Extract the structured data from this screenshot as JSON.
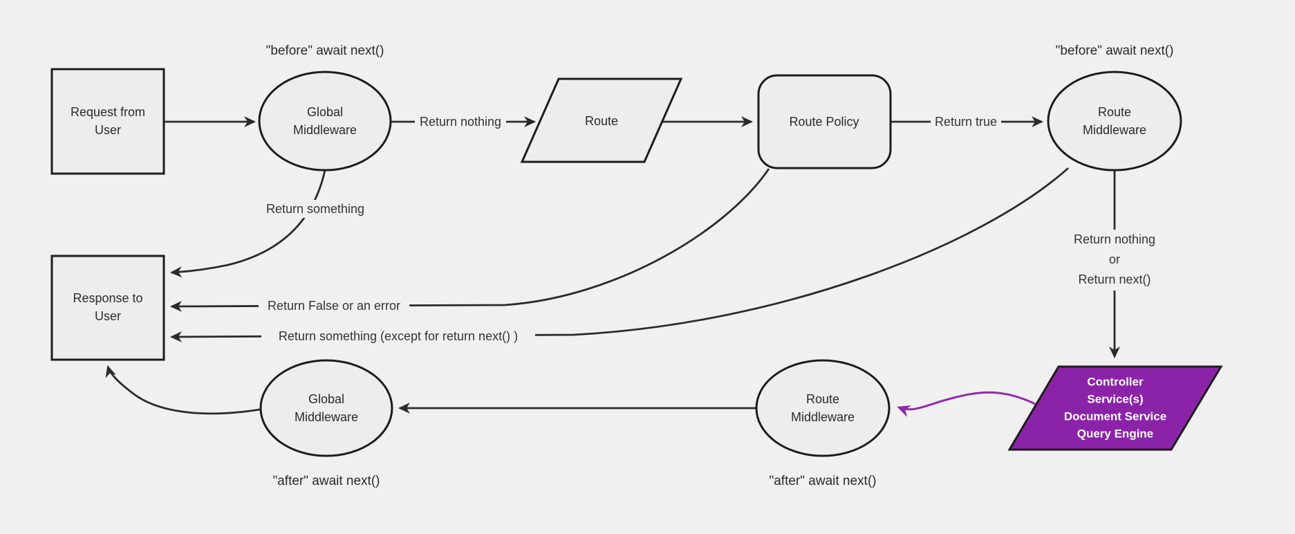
{
  "diagram": {
    "type": "flowchart",
    "theme": {
      "background": "#f0f0f0",
      "node_fill": "#ededed",
      "node_stroke": "#1c1c1c",
      "edge_color": "#2a2a2a",
      "text_color": "#2a2a2a",
      "purple_fill": "#8b23a8",
      "purple_edge": "#9229ad",
      "purple_text": "#ffffff"
    },
    "nodes": {
      "request": {
        "shape": "rectangle",
        "lines": [
          "Request from",
          "User"
        ]
      },
      "global_mw_top": {
        "shape": "ellipse",
        "lines": [
          "Global",
          "Middleware"
        ]
      },
      "route": {
        "shape": "parallelogram",
        "label": "Route"
      },
      "route_policy": {
        "shape": "rounded-rectangle",
        "label": "Route Policy"
      },
      "route_mw_top": {
        "shape": "ellipse",
        "lines": [
          "Route",
          "Middleware"
        ]
      },
      "response": {
        "shape": "rectangle",
        "lines": [
          "Response to",
          "User"
        ]
      },
      "global_mw_bottom": {
        "shape": "ellipse",
        "lines": [
          "Global",
          "Middleware"
        ]
      },
      "route_mw_bottom": {
        "shape": "ellipse",
        "lines": [
          "Route",
          "Middleware"
        ]
      },
      "controller": {
        "shape": "parallelogram",
        "lines": [
          "Controller",
          "Service(s)",
          "Document Service",
          "Query Engine"
        ]
      }
    },
    "annotations": {
      "before_left": "\"before\" await next()",
      "before_right": "\"before\" await next()",
      "after_left": "\"after\" await next()",
      "after_right": "\"after\" await next()"
    },
    "edge_labels": {
      "return_nothing": "Return nothing",
      "return_true": "Return true",
      "return_something": "Return something",
      "return_false": "Return False or an error",
      "return_something_except": "Return something (except for return next() )",
      "return_nothing_or": [
        "Return nothing",
        "or",
        "Return next()"
      ]
    }
  }
}
